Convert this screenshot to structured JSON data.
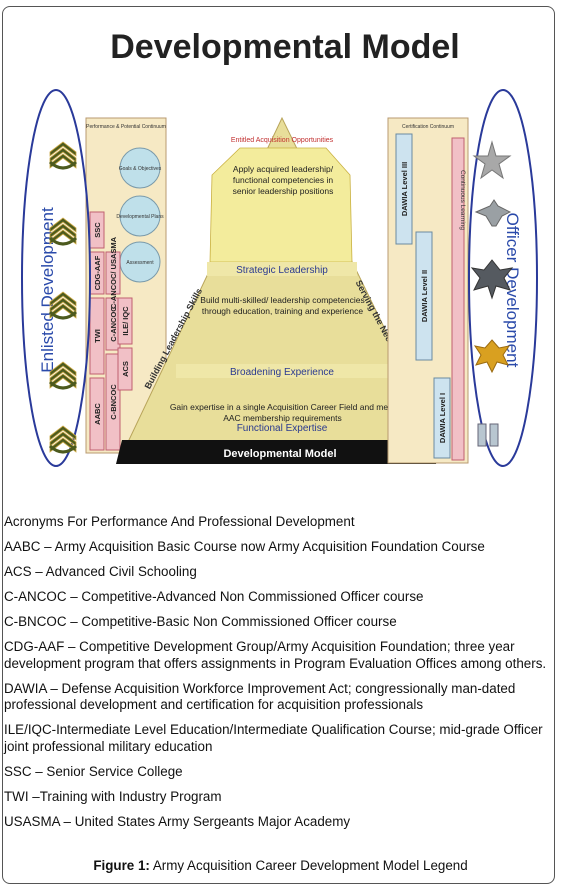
{
  "diagram": {
    "title": "Developmental Model",
    "left_side_label": "Enlisted Development",
    "right_side_label": "Officer Development",
    "left_panel_header": "Performance & Potential Continuum",
    "left_circles": [
      "Goals & Objectives",
      "Developmental Plans",
      "Assessment"
    ],
    "enlisted_bars": [
      "AABC",
      "C-BNCOC",
      "TWI",
      "C-ANCOC",
      "CDG-AAF",
      "C-ANCOC/ USASMA",
      "ACS",
      "ILE/ IQC",
      "SSC"
    ],
    "right_panel_header": "Certification Continuum",
    "dawia_levels": [
      "DAWIA Level III",
      "DAWIA Level II",
      "DAWIA Level I"
    ],
    "continuous_learning": "Continuous Learning",
    "pyramid": {
      "apex_banner": "Entitled Acquisition Opportunities",
      "apex_text": "Apply acquired leadership/ functional competencies in senior leadership positions",
      "tiers": [
        {
          "label": "Strategic Leadership",
          "text": ""
        },
        {
          "label": "Broadening Experience",
          "text": "Build multi-skilled/ leadership competencies through education, training and experience"
        },
        {
          "label": "Functional Expertise",
          "text": "Gain expertise in a single Acquisition Career Field and meet AAC membership requirements"
        }
      ],
      "left_edge_text": "Building Leadership Skills",
      "right_edge_text": "Serving the Needs of the Army",
      "base_label": "Developmental Model"
    },
    "colors": {
      "title": "#222222",
      "ellipse": "#2a3a9a",
      "side_label": "#2a4aaa",
      "pyramid_fill": "#e8de9a",
      "tier_band": "#efe7a8",
      "tier_label": "#2a3a90",
      "base_bar": "#111111",
      "panel_pink": "#f1c0c6",
      "panel_blue": "#cde3ef",
      "chevron": "#4c5a1e"
    }
  },
  "legend": {
    "heading": "Acronyms For Performance And Professional Development",
    "entries": [
      "AABC – Army Acquisition Basic Course now Army Acquisition Foundation Course",
      "ACS – Advanced Civil Schooling",
      "C-ANCOC – Competitive-Advanced Non Commissioned Officer course",
      "C-BNCOC – Competitive-Basic Non Commissioned Officer course",
      "CDG-AAF – Competitive Development Group/Army Acquisition Foundation; three year development program that offers assignments in Program Evaluation Offices among others.",
      "DAWIA – Defense Acquisition Workforce Improvement Act; congressionally man-dated professional development and certification for acquisition professionals",
      "ILE/IQC-Intermediate Level Education/Intermediate Qualification Course; mid-grade Officer joint professional military education",
      "SSC – Senior Service College",
      "TWI –Training with Industry Program",
      "USASMA – United States Army Sergeants Major Academy"
    ]
  },
  "caption": {
    "label": "Figure 1:",
    "text": " Army Acquisition Career Development Model Legend"
  }
}
